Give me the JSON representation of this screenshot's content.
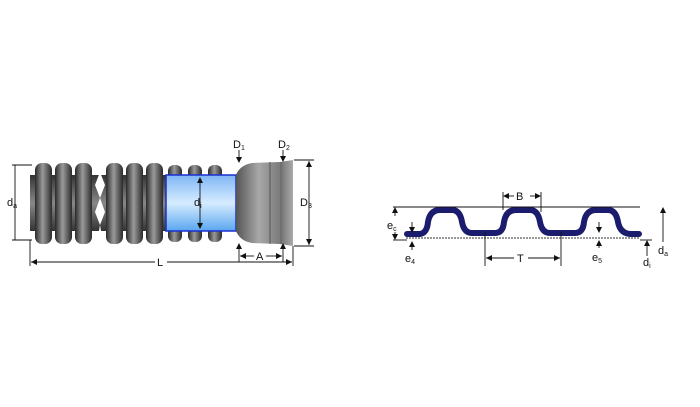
{
  "pipe_view": {
    "labels": {
      "outer_diameter": {
        "main": "d",
        "sub": "a"
      },
      "inner_diameter": {
        "main": "d",
        "sub": "i"
      },
      "d1": {
        "main": "D",
        "sub": "1"
      },
      "d2": {
        "main": "D",
        "sub": "2"
      },
      "d3": {
        "main": "D",
        "sub": "3"
      },
      "length": "L",
      "socket_depth": "A"
    },
    "colors": {
      "pipe": "#555555",
      "liner": "#5aa6f0",
      "liner_edge": "#1b2fd0"
    }
  },
  "profile_view": {
    "labels": {
      "crest_width": "B",
      "pitch": "T",
      "ec": {
        "main": "e",
        "sub": "c"
      },
      "e4": {
        "main": "e",
        "sub": "4"
      },
      "e5": {
        "main": "e",
        "sub": "5"
      },
      "outer_diameter": {
        "main": "d",
        "sub": "a"
      },
      "inner_diameter": {
        "main": "d",
        "sub": "i"
      }
    },
    "colors": {
      "profile": "#1c1c6e"
    }
  }
}
